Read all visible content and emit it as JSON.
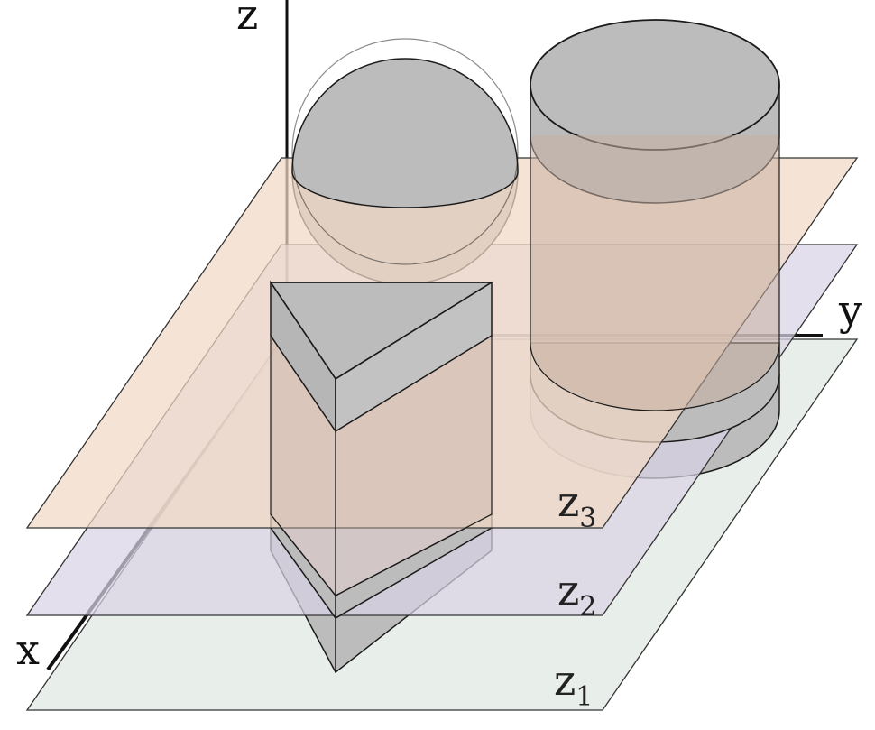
{
  "axes": {
    "x": "x",
    "y": "y",
    "z": "z"
  },
  "planes": [
    {
      "letter": "z",
      "index": "1",
      "fill": "#e6ede8"
    },
    {
      "letter": "z",
      "index": "2",
      "fill": "#dcd8e6"
    },
    {
      "letter": "z",
      "index": "3",
      "fill": "#f1d9c6"
    }
  ],
  "solids": [
    "sphere",
    "cylinder",
    "triangular-prism"
  ],
  "colors": {
    "solid": "#bcbcbc",
    "outline": "#1a1a1a"
  }
}
